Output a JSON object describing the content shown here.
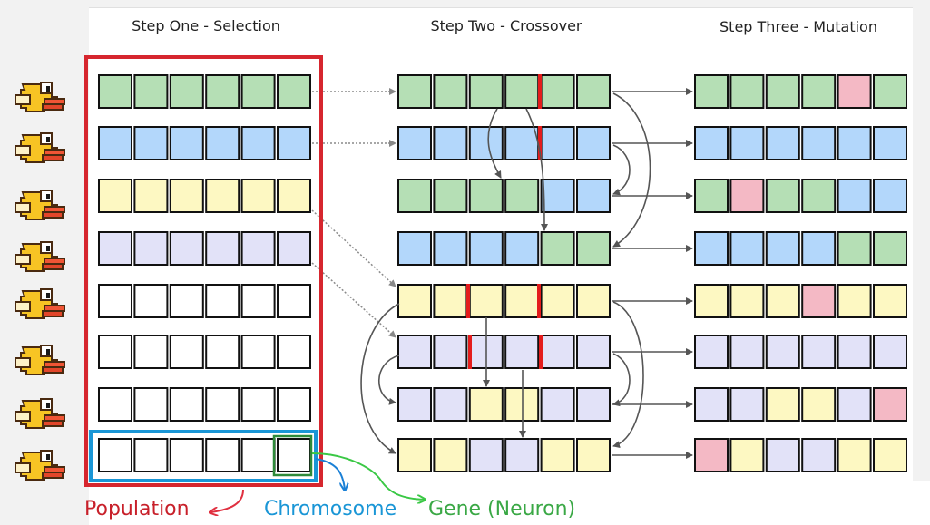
{
  "titles": {
    "step1": "Step One - Selection",
    "step2": "Step Two - Crossover",
    "step3": "Step Three - Mutation"
  },
  "labels": {
    "population": "Population",
    "chromosome": "Chromosome",
    "gene": "Gene (Neuron)"
  },
  "colors": {
    "green": "#b5dfb5",
    "blue": "#b3d7fb",
    "yellow": "#fdf8c2",
    "lavender": "#e2e2f8",
    "white": "#ffffff",
    "pink": "#f4b9c5",
    "population_box": "#d6262e",
    "chromosome_box": "#1a96d6",
    "gene_box": "#2e8b3a",
    "crossover_mark": "#e41c1c",
    "label_population": "#c8202a",
    "label_chromosome": "#1a96d6",
    "label_gene": "#3aa845"
  },
  "selection_rows": [
    [
      "g",
      "g",
      "g",
      "g",
      "g",
      "g"
    ],
    [
      "b",
      "b",
      "b",
      "b",
      "b",
      "b"
    ],
    [
      "y",
      "y",
      "y",
      "y",
      "y",
      "y"
    ],
    [
      "l",
      "l",
      "l",
      "l",
      "l",
      "l"
    ],
    [
      "w",
      "w",
      "w",
      "w",
      "w",
      "w"
    ],
    [
      "w",
      "w",
      "w",
      "w",
      "w",
      "w"
    ],
    [
      "w",
      "w",
      "w",
      "w",
      "w",
      "w"
    ],
    [
      "w",
      "w",
      "w",
      "w",
      "w",
      "w"
    ]
  ],
  "crossover_rows": [
    [
      "g",
      "g",
      "g",
      "g",
      "g",
      "g"
    ],
    [
      "b",
      "b",
      "b",
      "b",
      "b",
      "b"
    ],
    [
      "g",
      "g",
      "g",
      "g",
      "b",
      "b"
    ],
    [
      "b",
      "b",
      "b",
      "b",
      "g",
      "g"
    ],
    [
      "y",
      "y",
      "y",
      "y",
      "y",
      "y"
    ],
    [
      "l",
      "l",
      "l",
      "l",
      "l",
      "l"
    ],
    [
      "l",
      "l",
      "y",
      "y",
      "l",
      "l"
    ],
    [
      "y",
      "y",
      "l",
      "l",
      "y",
      "y"
    ]
  ],
  "mutation_rows": [
    [
      "g",
      "g",
      "g",
      "g",
      "p",
      "g"
    ],
    [
      "b",
      "b",
      "b",
      "b",
      "b",
      "b"
    ],
    [
      "g",
      "p",
      "g",
      "g",
      "b",
      "b"
    ],
    [
      "b",
      "b",
      "b",
      "b",
      "g",
      "g"
    ],
    [
      "y",
      "y",
      "y",
      "p",
      "y",
      "y"
    ],
    [
      "l",
      "l",
      "l",
      "l",
      "l",
      "l"
    ],
    [
      "l",
      "l",
      "y",
      "y",
      "l",
      "p"
    ],
    [
      "p",
      "y",
      "l",
      "l",
      "y",
      "y"
    ]
  ]
}
